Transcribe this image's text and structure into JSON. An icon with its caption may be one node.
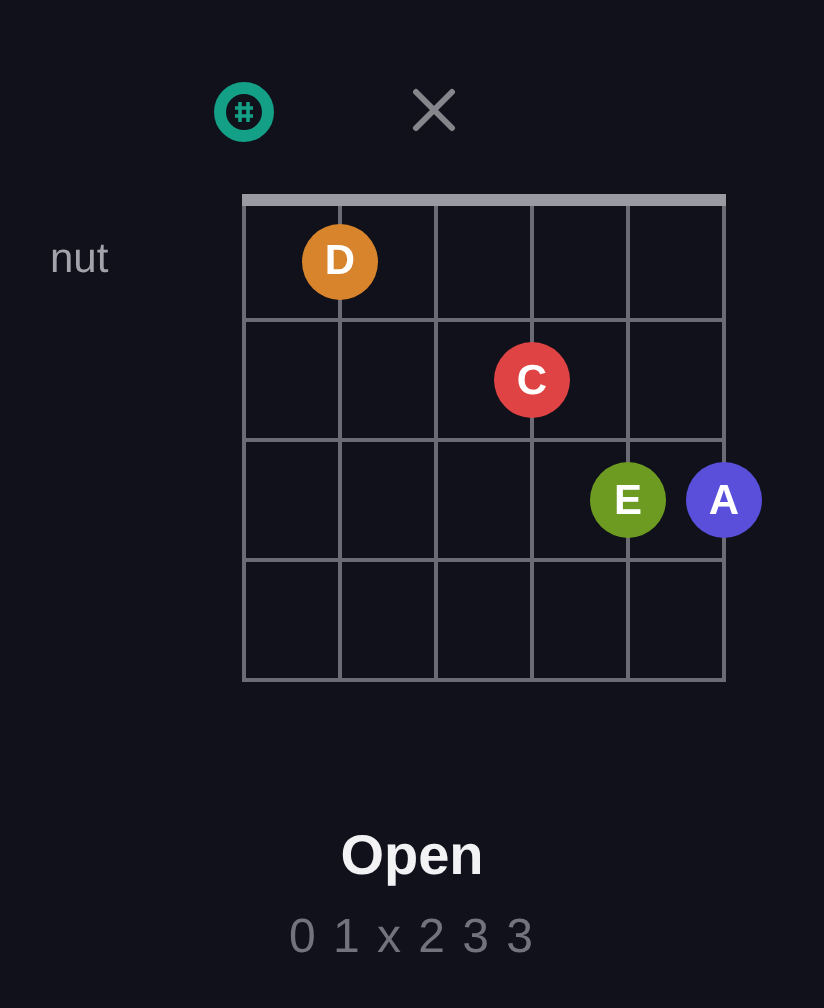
{
  "diagram": {
    "title": "Open",
    "nodes": [
      {
        "text": [
          "D"
        ]
      },
      {
        "text": [
          "C"
        ]
      },
      {
        "text": [
          "E"
        ]
      },
      {
        "text": [
          "A"
        ]
      }
    ],
    "labels": [
      "nut",
      "0 1 x 2 3 3"
    ]
  }
}
